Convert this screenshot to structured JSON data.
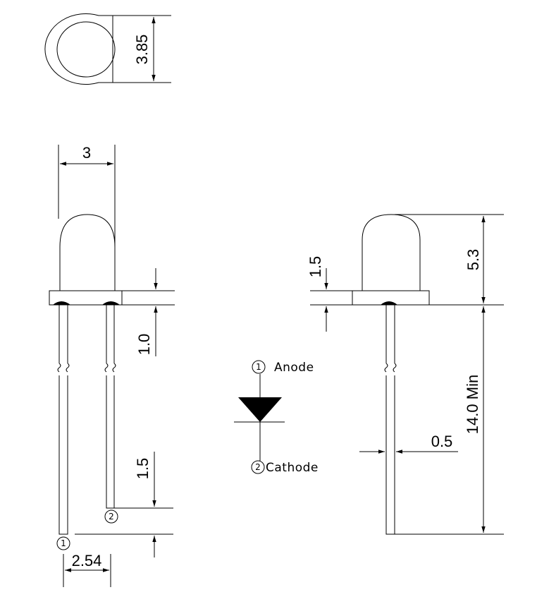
{
  "dimensions": {
    "top_height": "3.85",
    "body_width": "3",
    "flange_gap": "1.0",
    "lead_offset": "1.5",
    "lead_pitch": "2.54",
    "flange_thickness": "1.5",
    "total_height": "5.3",
    "lead_length": "14.0 Min",
    "lead_width": "0.5"
  },
  "symbol": {
    "anode_label": "Anode",
    "cathode_label": "Cathode",
    "anode_pin": "1",
    "cathode_pin": "2"
  },
  "pins": {
    "lead1": "1",
    "lead2": "2"
  }
}
